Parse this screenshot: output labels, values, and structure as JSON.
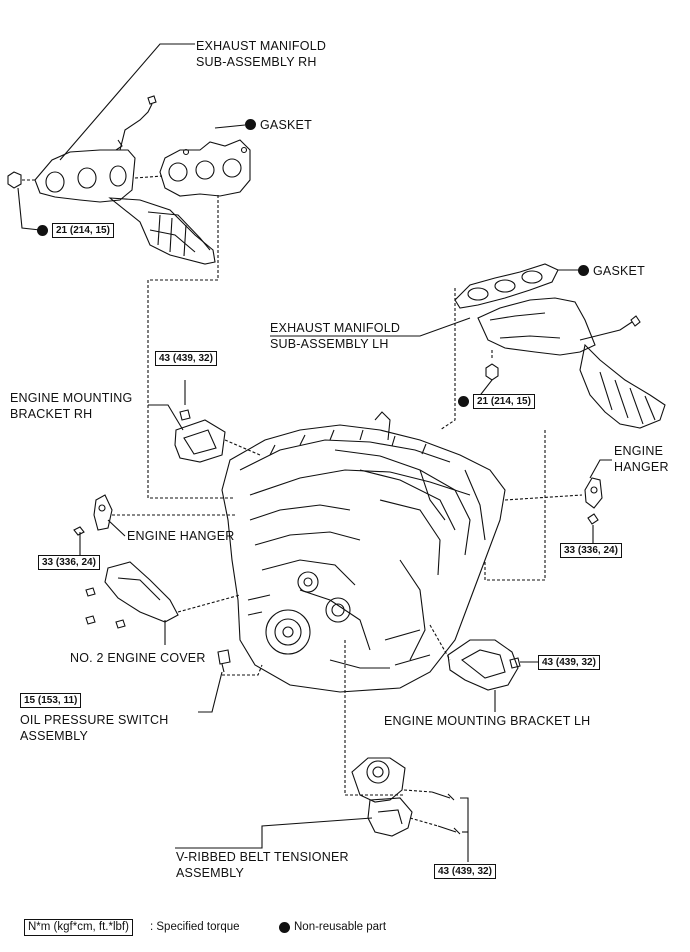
{
  "labels": {
    "exhaust_rh": [
      "EXHAUST MANIFOLD",
      "SUB-ASSEMBLY RH"
    ],
    "gasket_rh": "GASKET",
    "gasket_lh": "GASKET",
    "exhaust_lh": [
      "EXHAUST MANIFOLD",
      "SUB-ASSEMBLY LH"
    ],
    "mount_rh": [
      "ENGINE MOUNTING",
      "BRACKET RH"
    ],
    "hanger_rh": "ENGINE HANGER",
    "hanger_lh": [
      "ENGINE",
      "HANGER"
    ],
    "cover": "NO. 2 ENGINE COVER",
    "oil_switch": [
      "OIL PRESSURE SWITCH",
      "ASSEMBLY"
    ],
    "mount_lh": "ENGINE MOUNTING BRACKET LH",
    "tensioner": [
      "V-RIBBED BELT TENSIONER",
      "ASSEMBLY"
    ]
  },
  "torques": {
    "manifold_rh": "21 (214, 15)",
    "mount_rh": "43 (439, 32)",
    "manifold_lh": "21 (214, 15)",
    "hanger_rh": "33 (336, 24)",
    "hanger_lh": "33 (336, 24)",
    "oil_switch": "15 (153, 11)",
    "mount_lh": "43 (439, 32)",
    "tensioner": "43 (439, 32)"
  },
  "legend": {
    "unit": "N*m (kgf*cm, ft.*lbf)",
    "unit_desc": ": Specified torque",
    "nonreusable": "Non-reusable part"
  },
  "icons": [
    "exhaust-manifold-rh-icon",
    "gasket-rh-icon",
    "gasket-lh-icon",
    "exhaust-manifold-lh-icon",
    "engine-block-icon",
    "mounting-bracket-rh-icon",
    "mounting-bracket-lh-icon",
    "engine-hanger-rh-icon",
    "engine-hanger-lh-icon",
    "engine-cover-icon",
    "oil-pressure-switch-icon",
    "belt-tensioner-icon",
    "non-reusable-dot-icon"
  ]
}
